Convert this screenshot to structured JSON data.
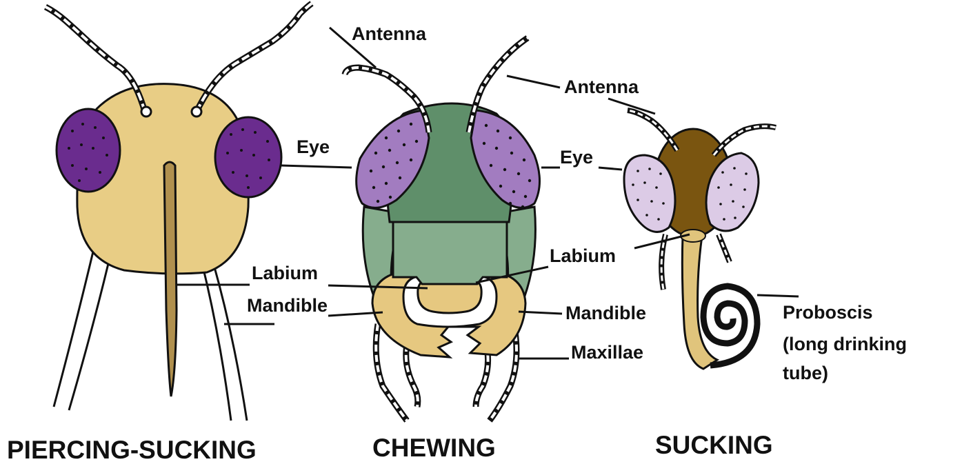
{
  "labels": {
    "antenna_1": "Antenna",
    "antenna_2": "Antenna",
    "eye_1": "Eye",
    "eye_2": "Eye",
    "labium_1": "Labium",
    "labium_2": "Labium",
    "mandible_1": "Mandible",
    "mandible_2": "Mandible",
    "maxillae": "Maxillae",
    "proboscis_line1": "Proboscis",
    "proboscis_line2": "(long drinking",
    "proboscis_line3": "tube)"
  },
  "captions": {
    "piercing": "PIERCING-SUCKING",
    "chewing": "CHEWING",
    "sucking": "SUCKING"
  },
  "colors": {
    "piercing_head": "#e8cd85",
    "stylet": "#b0904e",
    "dark_eye": "#6a2c8e",
    "chewing_head_top": "#5f8f6a",
    "chewing_head_lower": "#86ad8d",
    "chewing_eye": "#a27cc0",
    "mouthparts": "#e6c880",
    "sucking_head": "#7a5510",
    "sucking_eye": "#dccbe6",
    "proboscis": "#e0c47c"
  }
}
